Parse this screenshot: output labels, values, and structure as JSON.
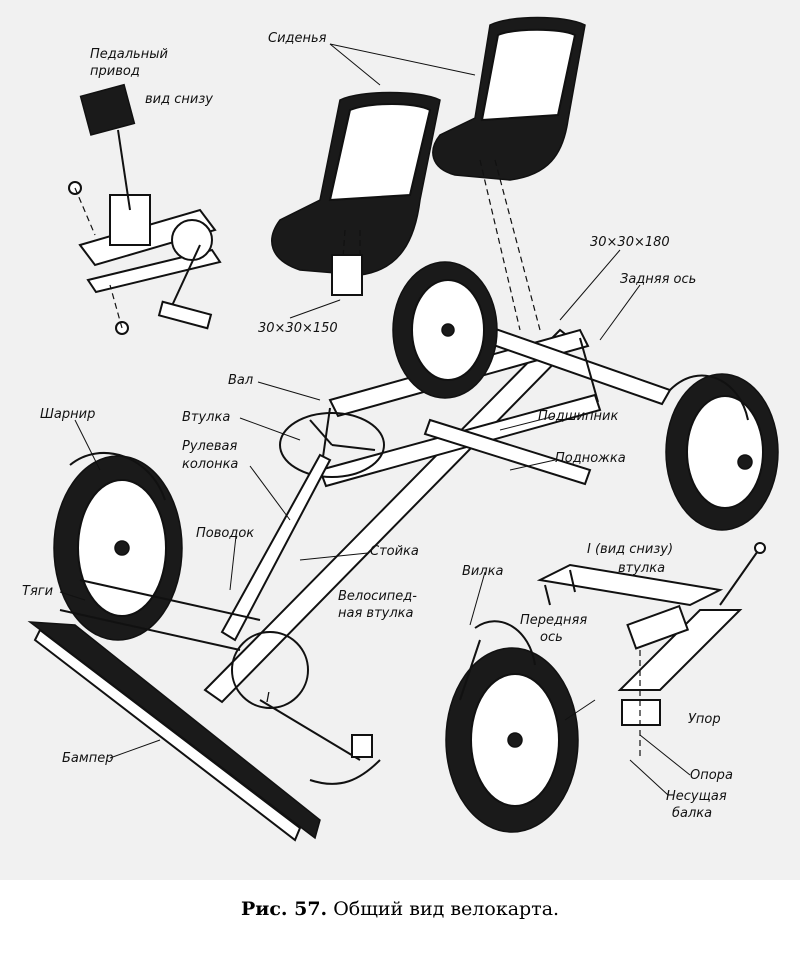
{
  "figure": {
    "caption_number": "Рис. 57.",
    "caption_text": "Общий вид велокарта."
  },
  "labels": {
    "pedal_drive": [
      "Педальный",
      "привод",
      "вид снизу"
    ],
    "seats": "Сиденья",
    "dim_180": "30×30×180",
    "dim_150": "30×30×150",
    "rear_axle": "Задняя ось",
    "shaft": "Вал",
    "hinge": "Шарнир",
    "sleeve": "Втулка",
    "steering_column": [
      "Рулевая",
      "колонка"
    ],
    "bearing": "Подшипник",
    "footrest": "Подножка",
    "lever": "Поводок",
    "post": "Стойка",
    "rods": "Тяги",
    "bicycle_sleeve": [
      "Велосипед-",
      "ная втулка"
    ],
    "fork": "Вилка",
    "view_bottom": "I (вид снизу)",
    "sleeve2": "втулка",
    "front_axle": [
      "Передняя",
      "ось"
    ],
    "roman_one": "I",
    "stop": "Упор",
    "bumper": "Бампер",
    "support": "Опора",
    "carrier_beam": [
      "Несущая",
      "балка"
    ]
  }
}
